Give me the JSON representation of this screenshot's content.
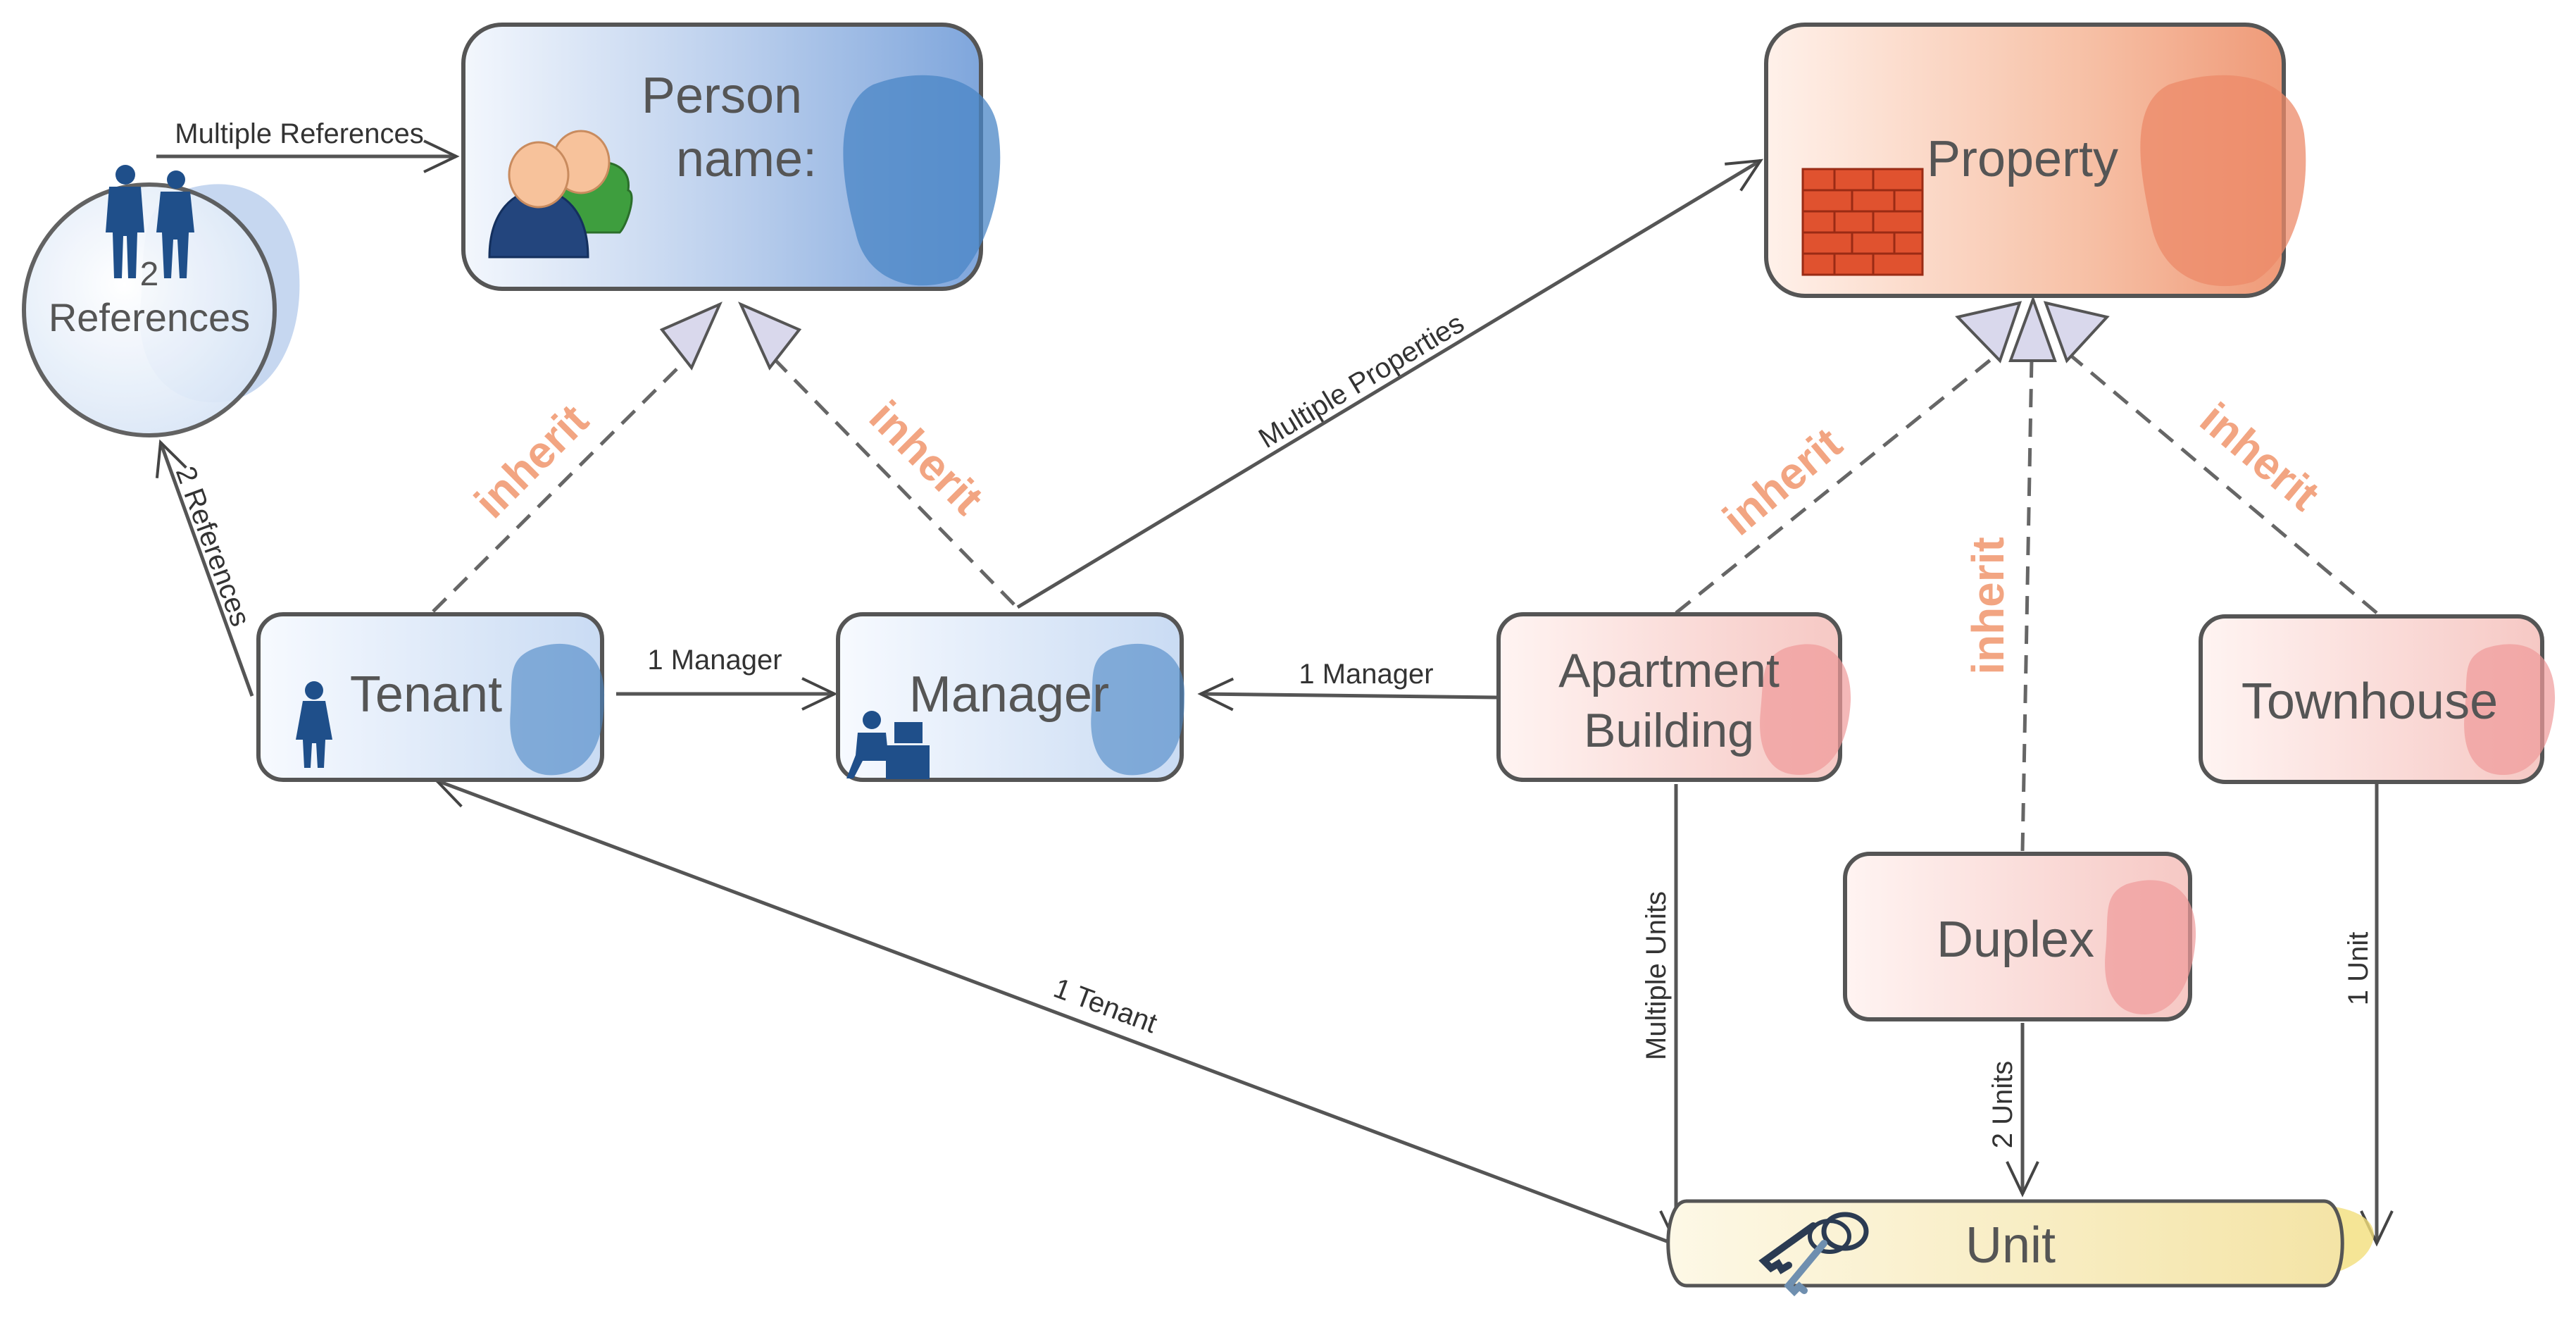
{
  "nodes": {
    "person": {
      "title": "Person",
      "subtitle": "name:",
      "icon": "people-icon"
    },
    "property": {
      "title": "Property",
      "icon": "brick-wall-icon"
    },
    "references": {
      "count": "2",
      "title": "References",
      "icon": "business-people-icon"
    },
    "tenant": {
      "title": "Tenant",
      "icon": "woman-icon"
    },
    "manager": {
      "title": "Manager",
      "icon": "desk-worker-icon"
    },
    "apartment": {
      "line1": "Apartment",
      "line2": "Building"
    },
    "townhouse": {
      "title": "Townhouse"
    },
    "duplex": {
      "title": "Duplex"
    },
    "unit": {
      "title": "Unit",
      "icon": "keys-icon"
    }
  },
  "edges": {
    "multiple_references": "Multiple References",
    "two_references": "2 References",
    "one_manager_tenant": "1 Manager",
    "one_manager_apartment": "1 Manager",
    "multiple_properties": "Multiple Properties",
    "one_tenant": "1 Tenant",
    "multiple_units": "Multiple Units",
    "two_units": "2 Units",
    "one_unit": "1 Unit",
    "inherit": "inherit"
  },
  "colors": {
    "person_blue": "#4a86c5",
    "property_orange": "#ec8a68",
    "subclass_pink": "#ef9a9a",
    "unit_yellow": "#f5e5a0",
    "inherit_text": "#f2a582",
    "stroke": "#555555"
  }
}
